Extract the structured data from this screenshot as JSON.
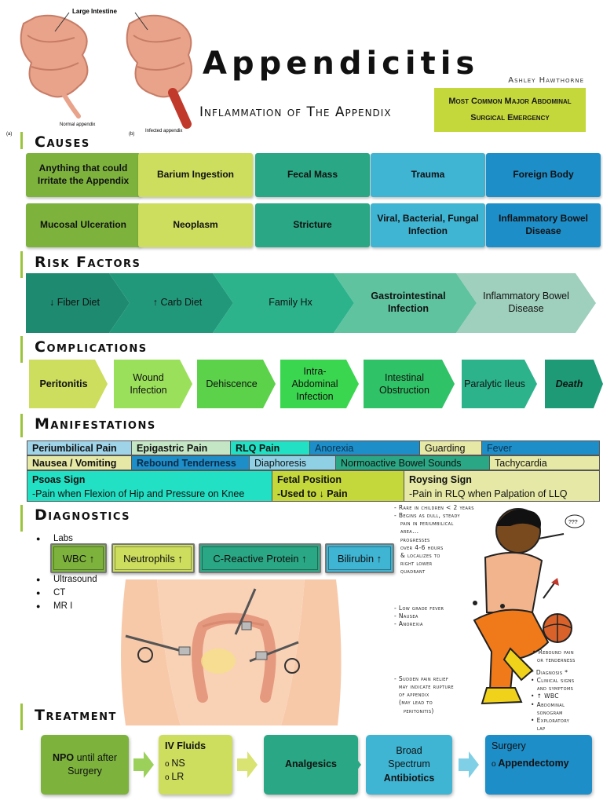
{
  "header": {
    "figure_label_top": "Large Intestine",
    "figure_label_a": "(a)",
    "figure_label_normal": "Normal appendix",
    "figure_label_b": "(b)",
    "figure_label_infected": "Infected appendix",
    "title": "Appendicitis",
    "subtitle": "Inflammation of The Appendix",
    "author": "Ashley Hawthorne",
    "emergency_line1": "Most Common Major Abdominal",
    "emergency_line2": "Surgical Emergency"
  },
  "colors": {
    "olive_green": "#7db33d",
    "yellow_green": "#cddd5e",
    "teal": "#2aa784",
    "sky": "#3fb4d3",
    "blue": "#1e8ec9",
    "lime": "#3bd64f",
    "accent_bar": "#9bc43a"
  },
  "causes": {
    "title": "Causes",
    "row1": [
      "Anything that could Irritate the Appendix",
      "Barium Ingestion",
      "Fecal Mass",
      "Trauma",
      "Foreign Body"
    ],
    "row2": [
      "Mucosal Ulceration",
      "Neoplasm",
      "Stricture",
      "Viral, Bacterial, Fungal Infection",
      "Inflammatory Bowel Disease"
    ]
  },
  "risk_factors": {
    "title": "Risk Factors",
    "items": [
      "↓ Fiber Diet",
      "↑ Carb Diet",
      "Family Hx",
      "Gastrointestinal Infection",
      "Inflammatory Bowel Disease"
    ]
  },
  "complications": {
    "title": "Complications",
    "items": [
      "Peritonitis",
      "Wound Infection",
      "Dehiscence",
      "Intra-Abdominal Infection",
      "Intestinal Obstruction",
      "Paralytic Ileus",
      "Death"
    ]
  },
  "manifestations": {
    "title": "Manifestations",
    "row1": [
      "Periumbilical Pain",
      "Epigastric Pain",
      "RLQ Pain",
      "Anorexia",
      "Guarding",
      "Fever"
    ],
    "row2": [
      "Nausea / Vomiting",
      "Rebound Tenderness",
      "Diaphoresis",
      "Normoactive Bowel Sounds",
      "Tachycardia"
    ],
    "signs": [
      {
        "name": "Psoas Sign",
        "desc": "-Pain when Flexion of Hip and Pressure on Knee"
      },
      {
        "name": "Fetal Position",
        "desc": "-Used to ↓ Pain"
      },
      {
        "name": "Roysing Sign",
        "desc": "-Pain in RLQ when Palpation of LLQ"
      }
    ]
  },
  "diagnostics": {
    "title": "Diagnostics",
    "list": [
      "Labs",
      "Ultrasound",
      "CT",
      "MR I"
    ],
    "labs": [
      "WBC ↑",
      "Neutrophils ↑",
      "C-Reactive Protein ↑",
      "Bilirubin ↑"
    ],
    "cartoon_notes": {
      "onset": [
        "- Rare in children < 2 years",
        "- Begins as dull, steady",
        "pain in periumbilical",
        "area...",
        "progresses",
        "over 4-6 hours",
        "& localizes to",
        "right lower",
        "quadrant"
      ],
      "symptoms": [
        "- Low grade fever",
        "- Nausea",
        "- Anorexia"
      ],
      "relief": [
        "- Sudden pain relief",
        "may indicate rupture",
        "of appendix",
        "(may lead to",
        "peritonitis)"
      ],
      "rebound": [
        "• Rebound pain",
        "or tenderness"
      ],
      "diagnosis": [
        "* Diagnosis *",
        "• Clinical signs",
        "and symptoms",
        "• ↑ WBC",
        "• Abdominal",
        "sonogram",
        "• Exploratory",
        "lap"
      ],
      "speech": "???"
    }
  },
  "treatment": {
    "title": "Treatment",
    "npo_bold": "NPO",
    "npo_rest": " until after Surgery",
    "iv_title": "IV Fluids",
    "iv_items": [
      "NS",
      "LR"
    ],
    "analgesics": "Analgesics",
    "antibiotics_line1": "Broad",
    "antibiotics_line2": "Spectrum",
    "antibiotics_line3": "Antibiotics",
    "surgery_title": "Surgery",
    "surgery_item": "Appendectomy"
  }
}
